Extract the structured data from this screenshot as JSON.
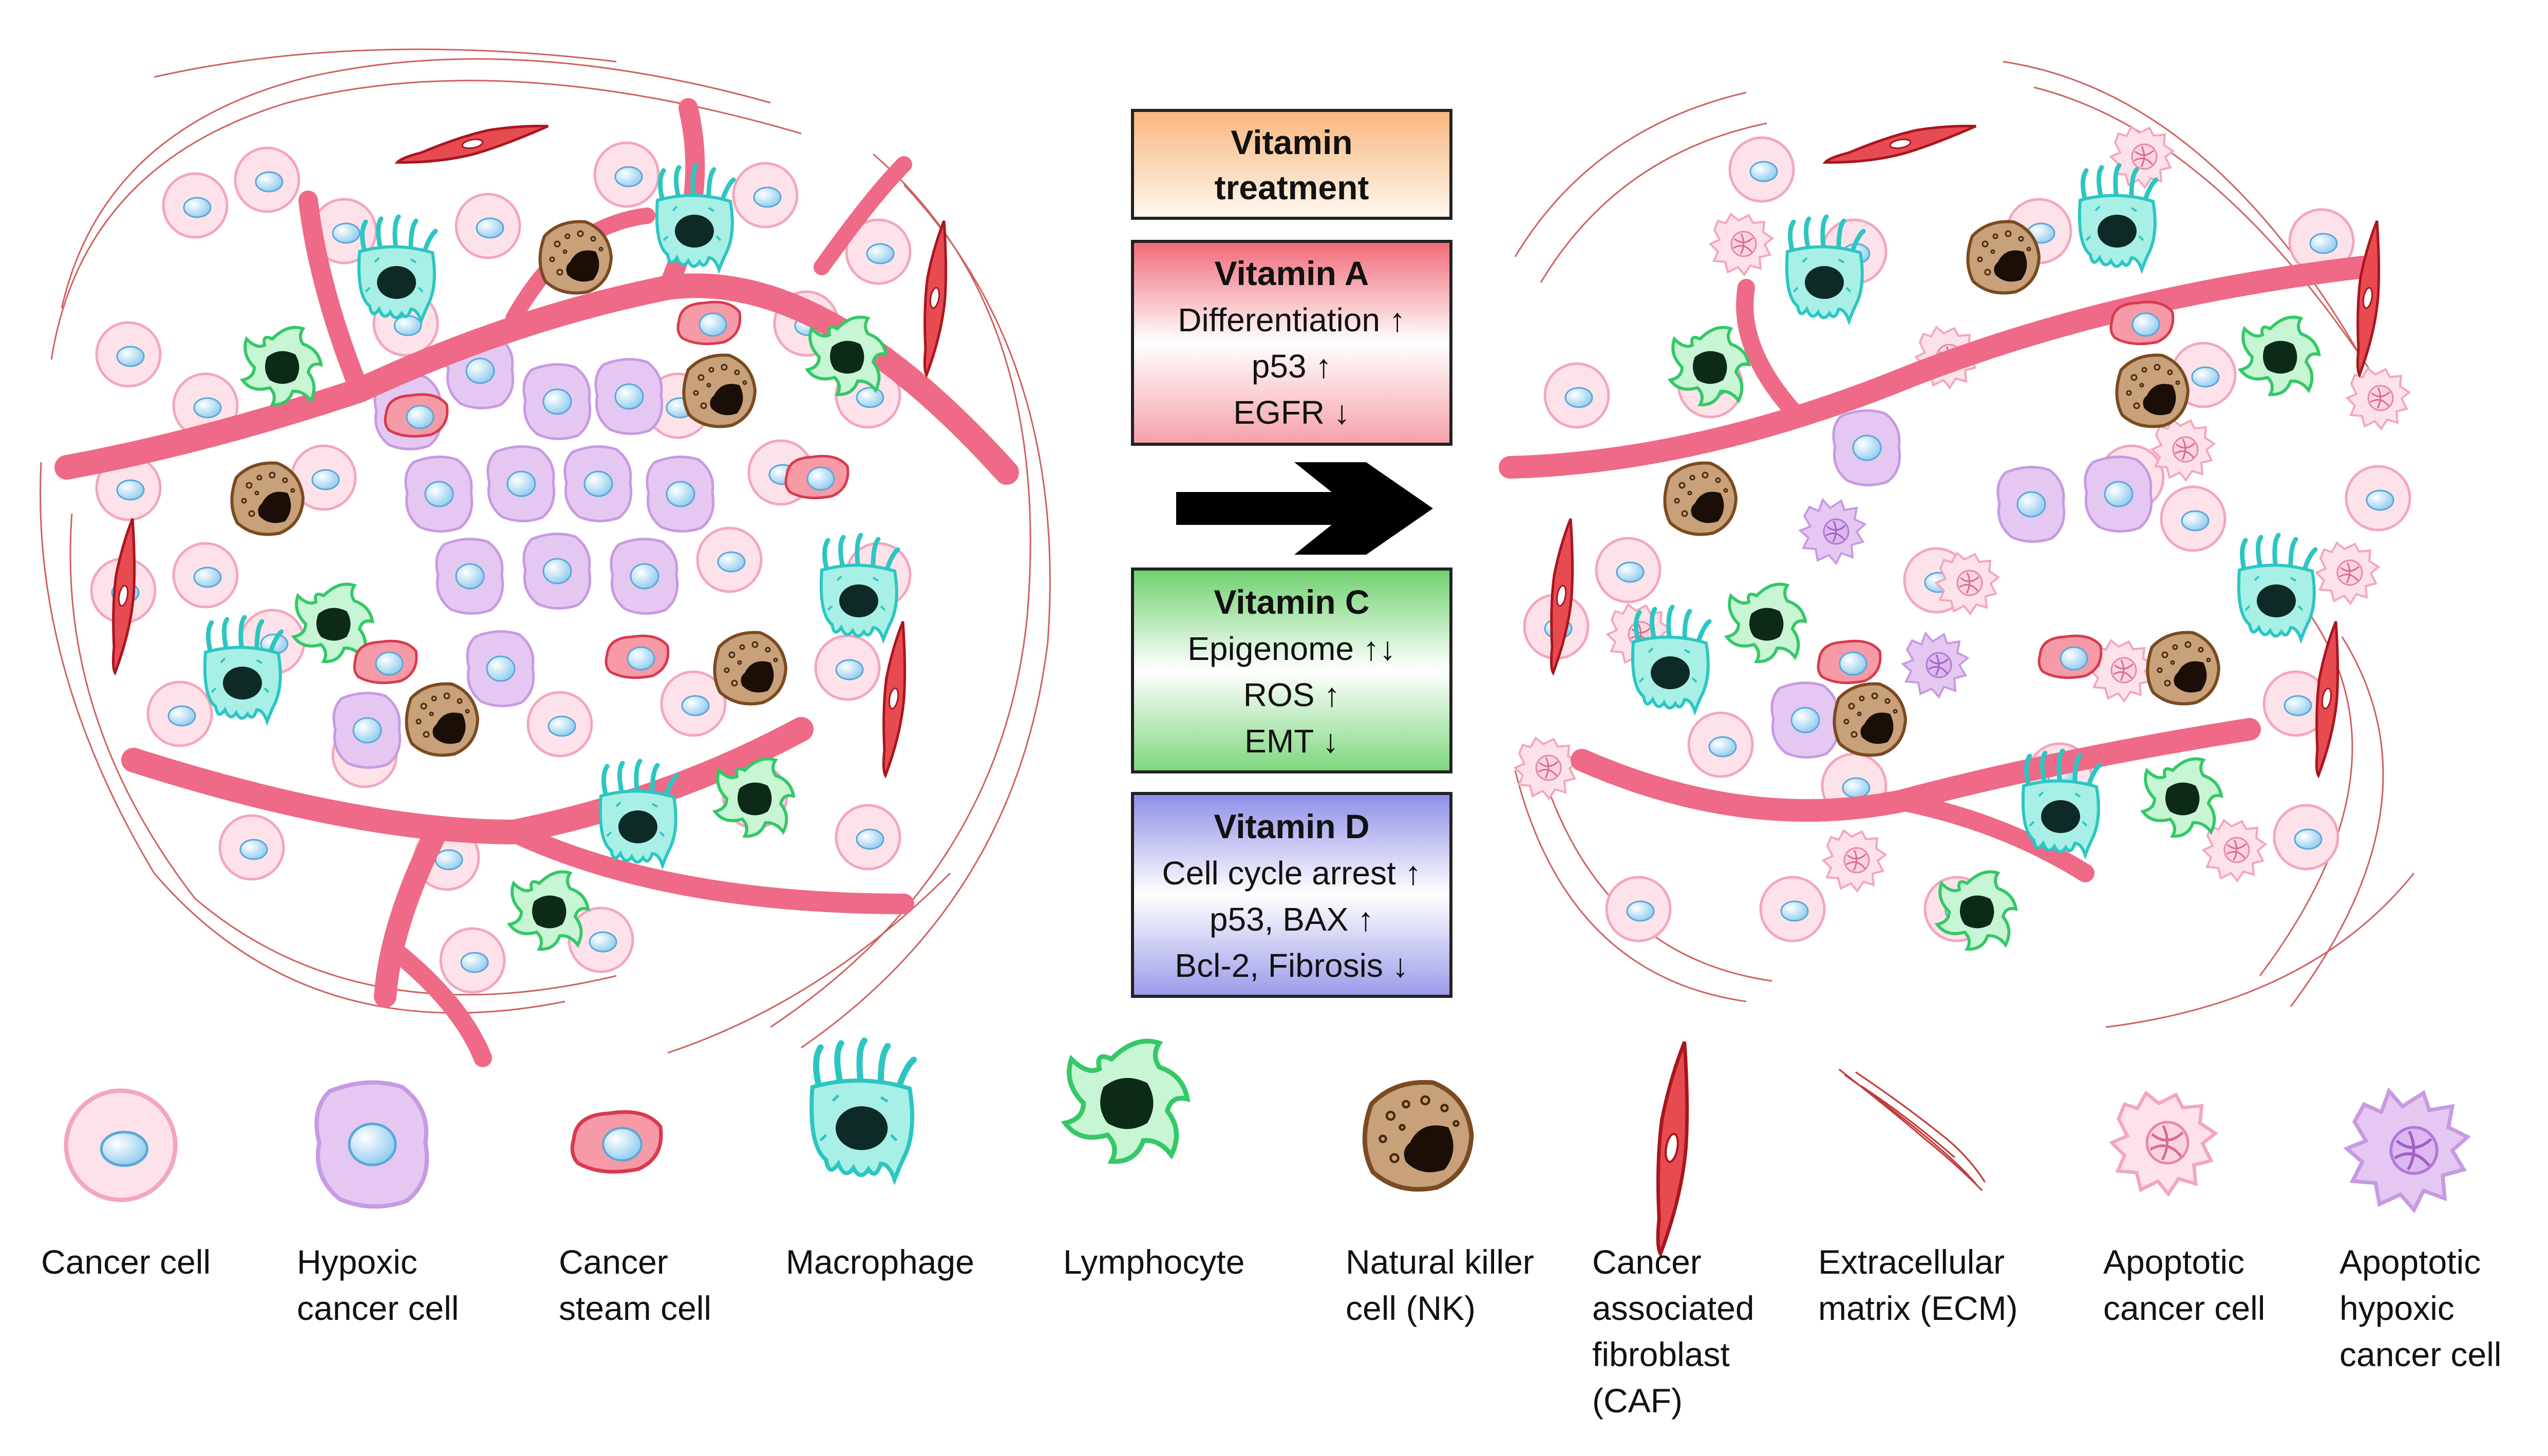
{
  "treatment": {
    "header": "Vitamin treatment",
    "header_lines": [
      "Vitamin",
      "treatment"
    ],
    "vitamins": [
      {
        "name": "Vitamin A",
        "effects": [
          "Differentiation ↑",
          "p53 ↑",
          "EGFR ↓"
        ]
      },
      {
        "name": "Vitamin C",
        "effects": [
          "Epigenome ↑↓",
          "ROS ↑",
          "EMT ↓"
        ]
      },
      {
        "name": "Vitamin D",
        "effects": [
          "Cell cycle arrest ↑",
          "p53, BAX ↑",
          "Bcl-2, Fibrosis ↓"
        ]
      }
    ]
  },
  "legend": [
    {
      "id": "cancer-cell",
      "lines": [
        "Cancer cell"
      ]
    },
    {
      "id": "hypoxic-cancer-cell",
      "lines": [
        "Hypoxic",
        "cancer cell"
      ]
    },
    {
      "id": "cancer-stem-cell",
      "lines": [
        "Cancer",
        "steam cell"
      ]
    },
    {
      "id": "macrophage",
      "lines": [
        "Macrophage"
      ]
    },
    {
      "id": "lymphocyte",
      "lines": [
        "Lymphocyte"
      ]
    },
    {
      "id": "nk-cell",
      "lines": [
        "Natural killer",
        "cell (NK)"
      ]
    },
    {
      "id": "caf",
      "lines": [
        "Cancer",
        "associated",
        "fibroblast",
        "(CAF)"
      ]
    },
    {
      "id": "ecm",
      "lines": [
        "Extracellular",
        "matrix (ECM)"
      ]
    },
    {
      "id": "apoptotic-cancer-cell",
      "lines": [
        "Apoptotic",
        "cancer cell"
      ]
    },
    {
      "id": "apoptotic-hypoxic-cancer-cell",
      "lines": [
        "Apoptotic",
        "hypoxic",
        "cancer cell"
      ]
    }
  ],
  "colors": {
    "cancer_fill": "#fde2ea",
    "cancer_stroke": "#f3a6bd",
    "nucleus": "#a8d8f2",
    "hypoxic_fill": "#e4c8f2",
    "hypoxic_stroke": "#c89ae2",
    "stem_fill": "#f59aa6",
    "stem_stroke": "#d83a4e",
    "macrophage_fill": "#a8efe6",
    "macrophage_stroke": "#2cc6c2",
    "lymph_fill": "#c8f5d4",
    "lymph_stroke": "#35c867",
    "nk_fill": "#c8a07a",
    "nk_stroke": "#7a4a20",
    "caf_fill": "#e84a52",
    "caf_stroke": "#a8161e",
    "vessel": "#ee6a86",
    "ecm": "#c43a3a",
    "box_header_top": "#f8b67d",
    "box_a_top": "#f06a78",
    "box_c_top": "#6ed16e",
    "box_d_top": "#8e8ee8"
  }
}
